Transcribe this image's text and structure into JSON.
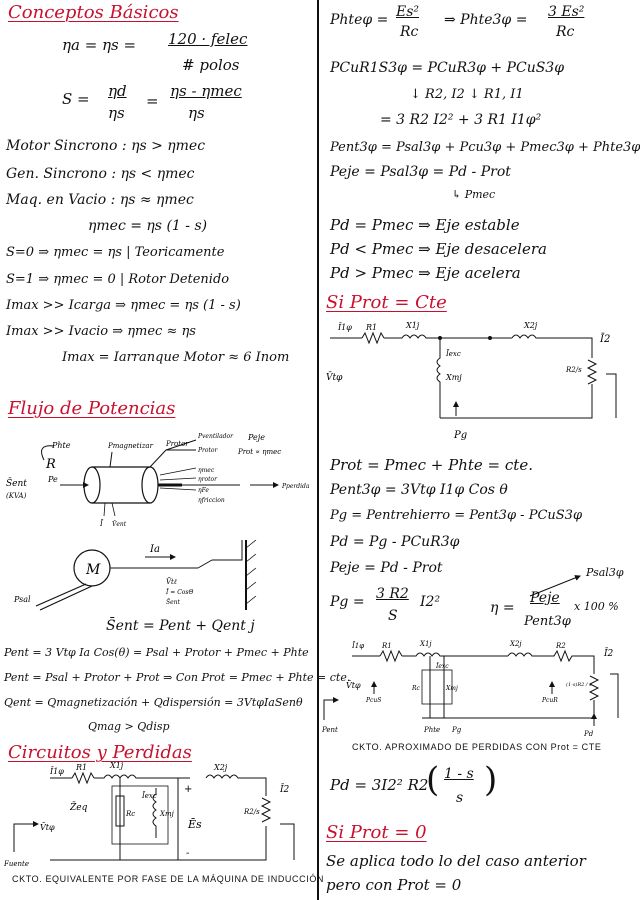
{
  "left": {
    "s1": {
      "title": "Conceptos Básicos",
      "eq_ns": "Na = Ns = 120·fElec / #polos",
      "eq_ns_a": "ηa = ηs =",
      "eq_ns_num": "120 · felec",
      "eq_ns_den": "# polos",
      "eq_s_left": "S =",
      "eq_s_frac1_num": "ηd",
      "eq_s_frac1_den": "ηs",
      "eq_s_eq": "=",
      "eq_s_frac2_num": "ηs - ηmec",
      "eq_s_frac2_den": "ηs",
      "lines": [
        "Motor Sincrono : ηs > ηmec",
        "Gen. Sincrono : ηs < ηmec",
        "Maq. en Vacio : ηs ≈ ηmec",
        "ηmec = ηs (1 - s)",
        "S=0 ⇒ ηmec = ηs | Teoricamente",
        "S=1 ⇒ ηmec = 0 | Rotor Detenido",
        "Imax >> Icarga ⇒  ηmec = ηs (1 - s)",
        "Imax >> Ivacio ⇒  ηmec ≈ ηs",
        "Imax = Iarranque Motor ≈ 6 Inom"
      ]
    },
    "s2": {
      "title": "Flujo de Potencias",
      "diagram_labels": {
        "phte": "Phte",
        "r": "R",
        "sent": "S̄ent",
        "kva": "(KVA)",
        "pe": "Pe",
        "pmag": "Pmagnetizar",
        "protor": "Protor",
        "pventilador": "Pventilador",
        "protor2": "Protor",
        "peje": "Peje",
        "prot_prop": "Prot ∝ ηmec",
        "nmec": "ηmec",
        "nrotor": "ηrotor",
        "nfe": "ηFe",
        "nfricc": "ηfriccion",
        "pperdida": "Pperdida",
        "i": "Ī",
        "vent": "V̄ent",
        "m": "M",
        "ia": "Ia",
        "vtl": "V̄tℓ",
        "ifp": "Ī = CosΘ",
        "sent2": "S̄ent",
        "psal": "Psal"
      },
      "eq_sent": "S̄ent = Pent + Qent j",
      "eq_lines": [
        "Pent = 3 Vtφ Ia Cos(θ) = Psal + Protor + Pmec + Phte",
        "Pent = Psal + Protor + Prot ⇒ Con Prot = Pmec + Phte = cte.",
        "Qent = Qmagnetización + Qdispersión = 3VtφIaSenθ",
        "Qmag > Qdisp"
      ]
    },
    "s3": {
      "title": "Circuitos y Perdidas",
      "labels": {
        "i1": "Ī1φ",
        "r1": "R1",
        "x1": "X1j",
        "x2": "X2j",
        "i2": "Ī2",
        "zeq": "Z̄eq",
        "iexc": "Īexc",
        "rc": "Rc",
        "xm": "Xmj",
        "es": "Ēs",
        "r2s": "R2/s",
        "vtl": "V̄tφ",
        "plus": "+",
        "minus": "-",
        "fuente": "Fuente"
      },
      "caption": "CKTO. EQUIVALENTE POR FASE DE LA MÁQUINA DE INDUCCIÓN"
    }
  },
  "right": {
    "top_eqs": {
      "phte_l": "Phteφ =",
      "phte_num": "Es²",
      "phte_den": "Rc",
      "phte3_l": "⇒  Phte3φ =",
      "phte3_num": "3 Es²",
      "phte3_den": "Rc",
      "pcu_1": "PCuR1S3φ = PCuR3φ + PCuS3φ",
      "pcu_2": "↓ R2, I2   ↓ R1, I1",
      "pcu_3": "= 3 R2 I2² + 3 R1 I1φ²",
      "pent": "Pent3φ = Psal3φ + Pcu3φ + Pmec3φ + Phte3φ",
      "peje": "Peje = Psal3φ = Pd - Prot",
      "peje2": "↳ Pmec",
      "pd1": "Pd = Pmec ⇒ Eje estable",
      "pd2": "Pd < Pmec ⇒ Eje desacelera",
      "pd3": "Pd > Pmec ⇒ Eje acelera"
    },
    "cte": {
      "title": "Si  Prot = Cte",
      "labels": {
        "i1": "Ī1φ",
        "r1": "R1",
        "x1": "X1j",
        "x2": "X2j",
        "i2": "Ī2",
        "iexc": "Īexc",
        "xm": "Xmj",
        "r2s": "R2/s",
        "vtl": "V̄tφ",
        "pg": "Pg"
      },
      "eqs": [
        "Prot = Pmec + Phte = cte.",
        "Pent3φ = 3Vtφ I1φ Cos θ",
        "Pg = Pentrehierro = Pent3φ - PCuS3φ",
        "Pd = Pg - PCuR3φ",
        "Peje = Pd - Prot"
      ],
      "pg_left": "Pg =",
      "pg_num": "3 R2",
      "pg_den": "S",
      "pg_tail": "I2²",
      "eta_l": "η =",
      "eta_num": "Peje",
      "eta_den": "Pent3φ",
      "eta_tail": "x 100 %",
      "eta_arrow": "Psal3φ"
    },
    "approx": {
      "labels": {
        "i1": "Ī1φ",
        "r1": "R1",
        "x1": "X1j",
        "x2": "X2j",
        "r2": "R2",
        "i2": "Ī2",
        "iexc": "Īexc",
        "rc": "Rc",
        "xm": "Xmj",
        "vtl": "V̄tφ",
        "pcus": "PcuS",
        "pent": "Pent",
        "phte": "Phte",
        "pg": "Pg",
        "pcur": "PcuR",
        "r2s": "(1-s)R2 / s",
        "pd": "Pd"
      },
      "caption": "CKTO. APROXIMADO DE PERDIDAS CON Prot = CTE"
    },
    "pd_eq_left": "Pd = 3I2² R2",
    "pd_eq_num": "1 - s",
    "pd_eq_den": "s",
    "zero": {
      "title": "Si  Prot = 0",
      "line1": "Se aplica todo lo del caso anterior",
      "line2": "pero con Prot = 0"
    }
  }
}
